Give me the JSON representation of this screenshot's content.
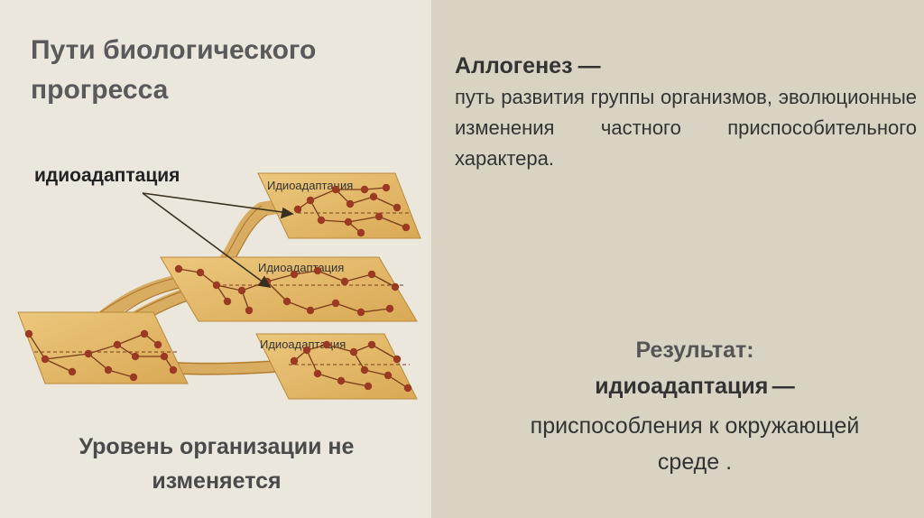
{
  "left": {
    "title": "Пути биологического прогресса",
    "callout": "идиоадаптация",
    "bottom_note": "Уровень организации не изменяется",
    "diagram_labels": [
      "Идиоадаптация",
      "Идиоадаптация",
      "Идиоадаптация"
    ]
  },
  "right": {
    "term": "Аллогенез",
    "term_dash": "—",
    "definition": "путь развития группы организмов, эволюционные изменения частного приспособительного характера.",
    "result_head": "Результат:",
    "result_term": "идиоадаптация",
    "result_dash": "—",
    "result_text": "приспособления к окружающей среде ."
  },
  "colors": {
    "plate_fill": "#e2b765",
    "plate_stroke": "#b98a3c",
    "node": "#9b3a22",
    "branch": "#7a3a1a",
    "left_bg": "#ebe7dd",
    "right_bg": "#d8d3c3"
  }
}
